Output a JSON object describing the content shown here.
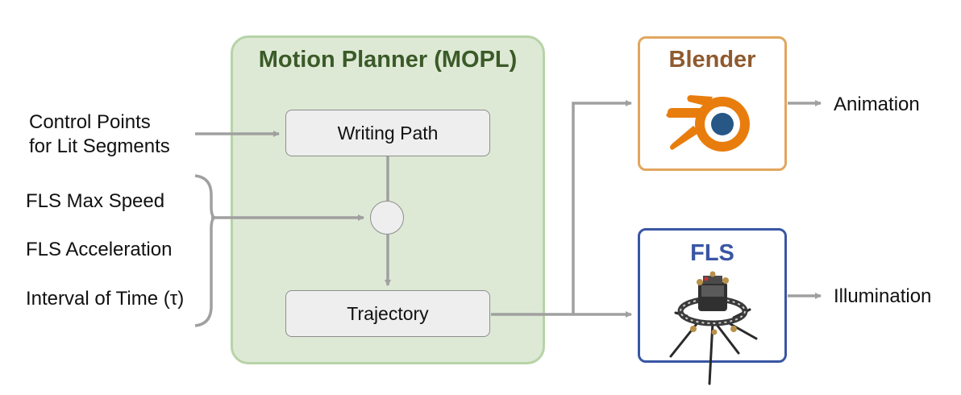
{
  "inputs": {
    "control_points_line1": "Control Points",
    "control_points_line2": "for Lit Segments",
    "max_speed": "FLS Max Speed",
    "acceleration": "FLS Acceleration",
    "interval": "Interval of Time (τ)"
  },
  "planner": {
    "title": "Motion Planner (MOPL)",
    "writing_path": "Writing Path",
    "trajectory": "Trajectory"
  },
  "outputs": {
    "blender": {
      "title": "Blender",
      "result": "Animation",
      "icon": "blender-logo-icon",
      "color": "#e2a65e"
    },
    "fls": {
      "title": "FLS",
      "result": "Illumination",
      "icon": "fls-drone-icon",
      "color": "#3a56a4"
    }
  },
  "colors": {
    "planner_fill": "#dde9d5",
    "planner_border": "#b7d3a7",
    "planner_title": "#3b5a28",
    "blender_title": "#8f5a2f",
    "arrow": "#a0a0a0"
  }
}
